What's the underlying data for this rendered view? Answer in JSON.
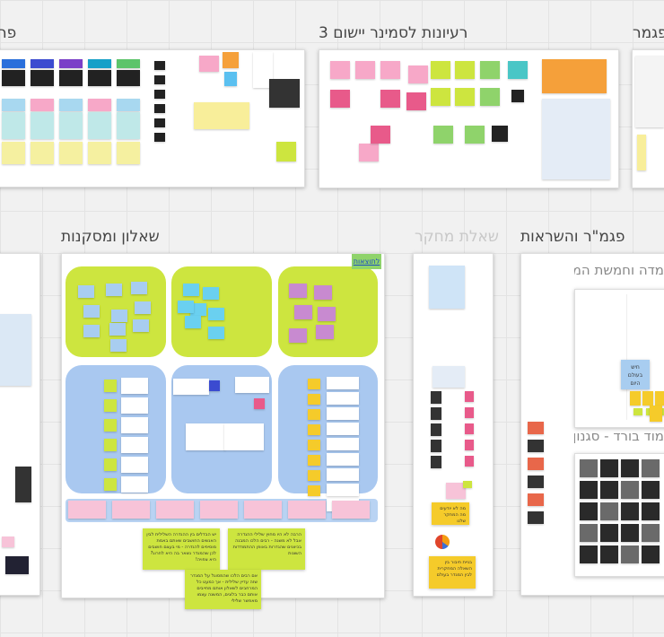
{
  "frames": {
    "top_left": {
      "title": "פר"
    },
    "top_middle": {
      "title": "רעיונות לסמינר יישום 3"
    },
    "top_right": {
      "title": "פגמר"
    },
    "questionnaire": {
      "title": "שאלון ומסקנות",
      "link_label": "לתוצאות"
    },
    "research_question": {
      "title": "שאלת מחקר"
    },
    "inspiration": {
      "title": "פגמ\"ר והשראות",
      "section1": "מדה וחמשת המ",
      "section2": "מוד בורד - סגנון",
      "note": "חיש בעולם היום"
    }
  },
  "notes": {
    "green1": "יש הבדלים בין ההגדרה השלילית לבין האנשים החושבים שאתם באמת מוסיפים להגדרה - מי בעצם חושבים לכן שהמגדר נשאר בה היא לחרוג? היא צפויה!",
    "green2": "הרבה לא היו מחוץ שלילי ההגדרה אבל לא משנה - רבים הלכו המבנה בכיוונים שהגדרות באופן ההתמודדות השונות",
    "green3": "אם רבים הלכו שהמסוגל על המגדר שזה עדיין שלילית - אך כמעט כל המרחבים לשאלון אותם מחייבים אותם כבר בלוגים, המשנה עצמו מאפשר שלילי",
    "yellow1": "מה לא יודעים מה המחקר שלנו",
    "yellow2": "בניית חיבור בין השאלה המחקרית לבין המגדר בעולם"
  }
}
